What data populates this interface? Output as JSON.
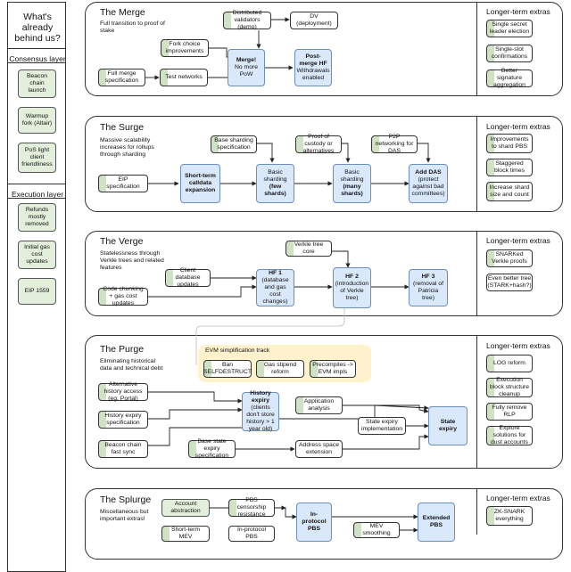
{
  "left": {
    "title": "What's already behind us?",
    "consensus_label": "Consensus layer",
    "consensus_items": [
      "Beacon chain launch",
      "Warmup fork (Altair)",
      "PoS light client friendliness"
    ],
    "execution_label": "Execution layer",
    "execution_items": [
      "Refunds mostly removed",
      "Initial gas cost updates",
      "EIP 1559"
    ]
  },
  "extras_title": "Longer-term extras",
  "merge": {
    "title": "The Merge",
    "desc": "Full transition to proof of stake",
    "nodes": {
      "distributed": "Distributed validators (demo)",
      "dv": "DV (deployment)",
      "fork_choice": "Fork choice improvements",
      "full_merge": "Full merge specification",
      "test_networks": "Test networks",
      "merge_title": "Merge!",
      "merge_body": "No more PoW",
      "post_merge_title": "Post-merge HF",
      "post_merge_body": "Withdrawals enabled"
    },
    "extras": [
      "Single secret leader election",
      "Single-slot confirmations",
      "Better signature aggregation"
    ]
  },
  "surge": {
    "title": "The Surge",
    "desc": "Massive scalability increases for rollups through sharding",
    "nodes": {
      "eip": "EIP specification",
      "short_term": "Short-term calldata expansion",
      "base_sharding": "Base sharding specification",
      "basic_few_a": "Basic sharding",
      "basic_few_b": "(few shards)",
      "proof_custody": "Proof of custody or alternatives",
      "basic_many_a": "Basic sharding",
      "basic_many_b": "(many shards)",
      "p2p": "P2P networking for DAS",
      "add_das_a": "Add DAS",
      "add_das_b": "(protect against bad committees)"
    },
    "extras": [
      "Improvements to shard PBS",
      "Staggered block times",
      "Increase shard size and count"
    ]
  },
  "verge": {
    "title": "The Verge",
    "desc": "Statelessness through Verkle trees and related features",
    "nodes": {
      "verkle_core": "Verkle tree core",
      "client_db": "Client database updates",
      "hf1_title": "HF 1",
      "hf1_body": "(database and gas cost changes)",
      "hf2_title": "HF 2",
      "hf2_body": "(introduction of Verkle tree)",
      "hf3_title": "HF 3",
      "hf3_body": "(removal of Patricia tree)",
      "code_chunking": "Code chunking + gas cost updates"
    },
    "extras": [
      "SNARKed Verkle proofs",
      "Even better tree (STARK+hash?)"
    ]
  },
  "purge": {
    "title": "The Purge",
    "desc": "Eliminating historical data and technical debt",
    "evm_track": "EVM simplification track",
    "nodes": {
      "ban_self": "Ban SELFDESTRUCT",
      "gas_stipend": "Gas stipend reform",
      "precompiles": "Precompiles -> EVM impls",
      "alt_history": "Alternative history access (eg. Portal)",
      "history_expiry_title": "History expiry",
      "history_expiry_body": "(clients don't store history > 1 year old)",
      "app_analysis": "Application analysis",
      "history_spec": "History expiry specification",
      "state_impl": "State expiry implementation",
      "state_expiry": "State expiry",
      "beacon_sync": "Beacon chain fast sync",
      "base_state": "Base state expiry specification",
      "address_space": "Address space extension"
    },
    "extras": [
      "LOG reform",
      "Execution block structure cleanup",
      "Fully remove RLP",
      "Explore solutions for dust accounts"
    ]
  },
  "splurge": {
    "title": "The Splurge",
    "desc": "Miscellaneous but important extras!",
    "nodes": {
      "account_abs": "Account abstraction",
      "pbs_censor": "PBS censorship resistance",
      "inprotocol_pbs": "In-protocol PBS",
      "extended_pbs": "Extended PBS",
      "short_mev": "Short-term MEV",
      "inprotocol_pbs2": "In-protocol PBS",
      "mev_smoothing": "MEV smoothing"
    },
    "extras": [
      "ZK-SNARK everything"
    ]
  }
}
